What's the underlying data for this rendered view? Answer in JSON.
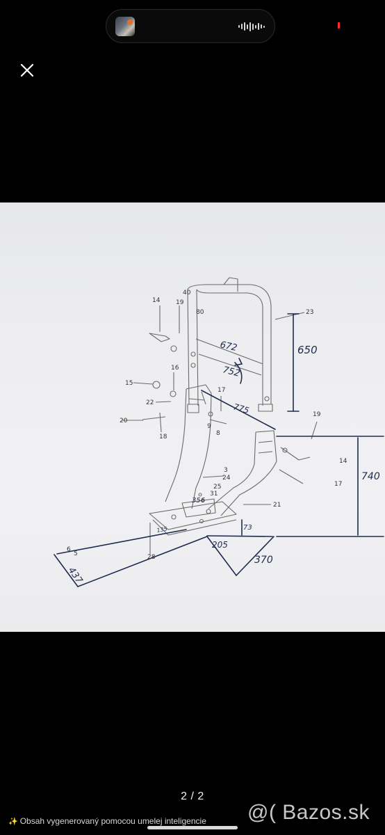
{
  "viewer": {
    "pager": "2 / 2",
    "ai_notice": "Obsah vygenerovaný pomocou umelej inteligencie",
    "ai_notice_icon": "sparkle-icon",
    "watermark": "@( Bazos.sk",
    "close_icon": "close-icon"
  },
  "drawing": {
    "part_numbers": [
      "14",
      "19",
      "40",
      "80",
      "23",
      "16",
      "15",
      "22",
      "17",
      "20",
      "18",
      "9",
      "8",
      "3",
      "24",
      "25",
      "31",
      "19",
      "14",
      "17",
      "21",
      "6",
      "5",
      "28"
    ],
    "dimensions": [
      "672",
      "752",
      "650",
      "775",
      "740",
      "356",
      "73",
      "205",
      "370",
      "437",
      "135"
    ]
  },
  "colors": {
    "background": "#000000",
    "paper": "#eeeef1",
    "ink": "#2b2f4a",
    "pencil": "#555555"
  }
}
